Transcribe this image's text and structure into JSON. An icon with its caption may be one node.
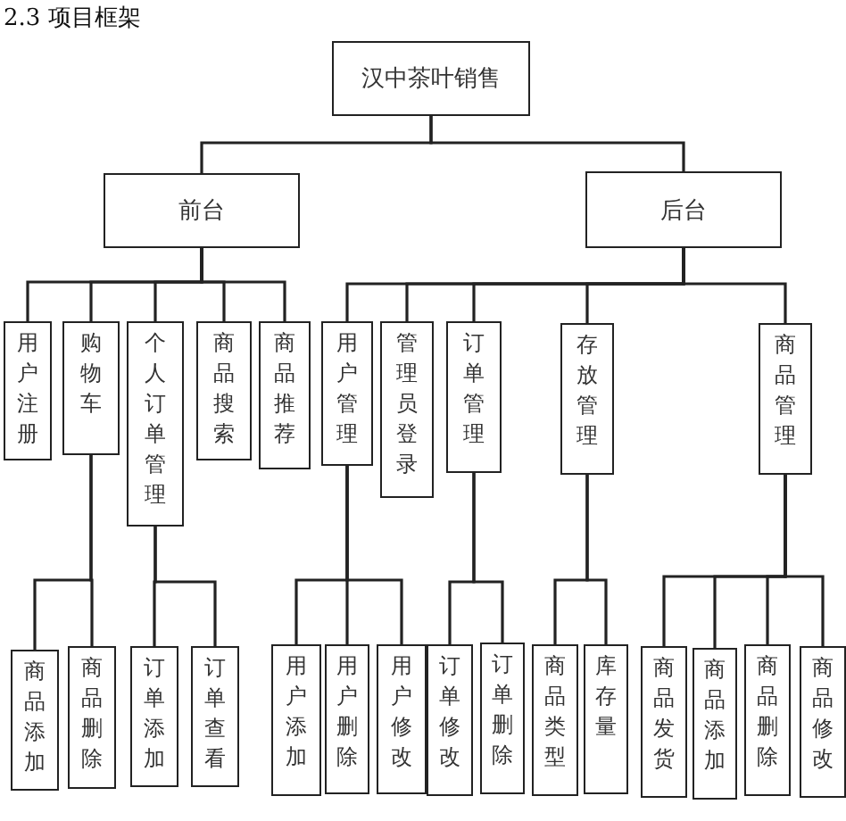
{
  "diagram": {
    "title": "2.3 项目框架",
    "nodes": [
      {
        "text": [
          "汉中茶叶销售"
        ]
      },
      {
        "text": [
          "前台"
        ]
      },
      {
        "text": [
          "后台"
        ]
      },
      {
        "text": [
          "用户注册"
        ]
      },
      {
        "text": [
          "购物车"
        ]
      },
      {
        "text": [
          "个人订单管理"
        ]
      },
      {
        "text": [
          "商品搜索"
        ]
      },
      {
        "text": [
          "商品推荐"
        ]
      },
      {
        "text": [
          "用户管理"
        ]
      },
      {
        "text": [
          "管理员登录"
        ]
      },
      {
        "text": [
          "订单管理"
        ]
      },
      {
        "text": [
          "存放管理"
        ]
      },
      {
        "text": [
          "商品管理"
        ]
      },
      {
        "text": [
          "商品添加"
        ]
      },
      {
        "text": [
          "商品删除"
        ]
      },
      {
        "text": [
          "订单添加"
        ]
      },
      {
        "text": [
          "订单查看"
        ]
      },
      {
        "text": [
          "用户添加"
        ]
      },
      {
        "text": [
          "用户删除"
        ]
      },
      {
        "text": [
          "用户修改"
        ]
      },
      {
        "text": [
          "订单修改"
        ]
      },
      {
        "text": [
          "订单删除"
        ]
      },
      {
        "text": [
          "商品类型"
        ]
      },
      {
        "text": [
          "库存量"
        ]
      },
      {
        "text": [
          "商品发货"
        ]
      },
      {
        "text": [
          "商品添加"
        ]
      },
      {
        "text": [
          "商品删除"
        ]
      },
      {
        "text": [
          "商品修改"
        ]
      }
    ],
    "edges": [
      {
        "from": 0,
        "to": 1,
        "arrow": "none"
      },
      {
        "from": 0,
        "to": 2,
        "arrow": "none"
      },
      {
        "from": 1,
        "to": 3,
        "arrow": "none"
      },
      {
        "from": 1,
        "to": 4,
        "arrow": "none"
      },
      {
        "from": 1,
        "to": 5,
        "arrow": "none"
      },
      {
        "from": 1,
        "to": 6,
        "arrow": "none"
      },
      {
        "from": 1,
        "to": 7,
        "arrow": "none"
      },
      {
        "from": 2,
        "to": 8,
        "arrow": "none"
      },
      {
        "from": 2,
        "to": 9,
        "arrow": "none"
      },
      {
        "from": 2,
        "to": 10,
        "arrow": "none"
      },
      {
        "from": 2,
        "to": 11,
        "arrow": "none"
      },
      {
        "from": 2,
        "to": 12,
        "arrow": "none"
      },
      {
        "from": 4,
        "to": 13,
        "arrow": "none"
      },
      {
        "from": 4,
        "to": 14,
        "arrow": "none"
      },
      {
        "from": 5,
        "to": 15,
        "arrow": "none"
      },
      {
        "from": 5,
        "to": 16,
        "arrow": "none"
      },
      {
        "from": 8,
        "to": 17,
        "arrow": "none"
      },
      {
        "from": 8,
        "to": 18,
        "arrow": "none"
      },
      {
        "from": 8,
        "to": 19,
        "arrow": "none"
      },
      {
        "from": 10,
        "to": 20,
        "arrow": "none"
      },
      {
        "from": 10,
        "to": 21,
        "arrow": "none"
      },
      {
        "from": 11,
        "to": 22,
        "arrow": "none"
      },
      {
        "from": 11,
        "to": 23,
        "arrow": "none"
      },
      {
        "from": 12,
        "to": 24,
        "arrow": "none"
      },
      {
        "from": 12,
        "to": 25,
        "arrow": "none"
      },
      {
        "from": 12,
        "to": 26,
        "arrow": "none"
      },
      {
        "from": 12,
        "to": 27,
        "arrow": "none"
      }
    ]
  }
}
